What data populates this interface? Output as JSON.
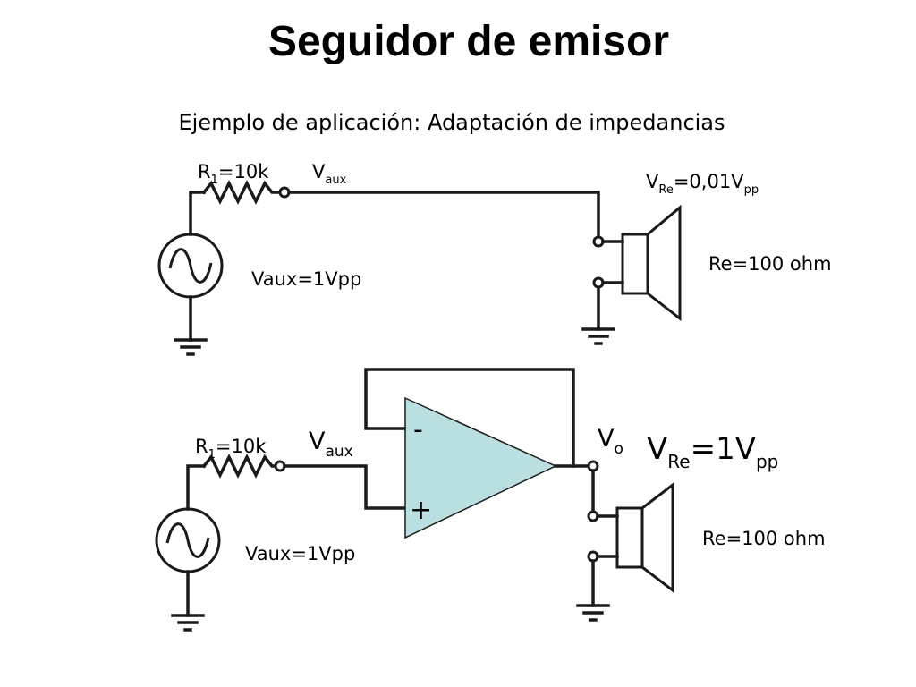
{
  "title": "Seguidor de emisor",
  "subtitle": "Ejemplo de aplicación: Adaptación de impedancias",
  "circuit_top": {
    "resistor": {
      "name": "R",
      "sub": "1",
      "value": "=10k"
    },
    "node": {
      "name": "V",
      "sub": "aux"
    },
    "load_voltage": {
      "name": "V",
      "sub": "Re",
      "value": "=0,01V",
      "unit_sub": "pp"
    },
    "source_label": "Vaux=1Vpp",
    "load_label": "Re=100 ohm"
  },
  "circuit_bottom": {
    "resistor": {
      "name": "R",
      "sub": "1",
      "value": "=10k"
    },
    "node": {
      "name": "V",
      "sub": "aux"
    },
    "output_node": {
      "name": "V",
      "sub": "o"
    },
    "load_voltage": {
      "name": "V",
      "sub": "Re",
      "value": "=1V",
      "unit_sub": "pp"
    },
    "source_label": "Vaux=1Vpp",
    "load_label": "Re=100 ohm",
    "opamp": {
      "minus": "-",
      "plus": "+",
      "fill": "#b9dfe0"
    }
  }
}
